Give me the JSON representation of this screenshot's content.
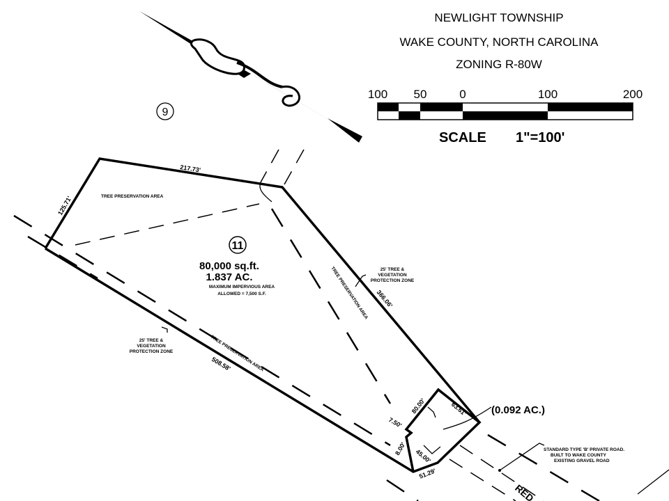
{
  "title_block": {
    "line1": "NEWLIGHT TOWNSHIP",
    "line2": "WAKE COUNTY, NORTH CAROLINA",
    "line3": "ZONING R-80W"
  },
  "scale": {
    "ticks": [
      "100",
      "50",
      "0",
      "100",
      "200"
    ],
    "label": "SCALE",
    "ratio": "1\"=100'"
  },
  "lots": {
    "neighbor": "9",
    "main": "11"
  },
  "parcel": {
    "area_sqft": "80,000 sq.ft.",
    "area_ac": "1.837 AC.",
    "impervious_1": "MAXIMUM IMPERVIOUS AREA",
    "impervious_2": "ALLOWED = 7,500 S.F.",
    "small_lot_area": "(0.092 AC.)"
  },
  "dimensions": {
    "top": "217.73'",
    "left": "125.71'",
    "right": "366.06'",
    "bottom": "508.58'",
    "lot_a": "80.00'",
    "lot_b": "63.61'",
    "lot_c": "7.50'",
    "lot_d": "8.00'",
    "lot_e": "45.00'",
    "lot_f": "51.29'"
  },
  "labels": {
    "tree_area": "TREE PRESERVATION AREA",
    "zone_1": "25' TREE &",
    "zone_2": "VEGETATION",
    "zone_3": "PROTECTION ZONE",
    "road_1": "STANDARD TYPE 'B' PRIVATE ROAD.",
    "road_2": "BUILT TO WAKE COUNTY",
    "road_3": "EXISTING GRAVEL ROAD",
    "road_name": "RED"
  }
}
